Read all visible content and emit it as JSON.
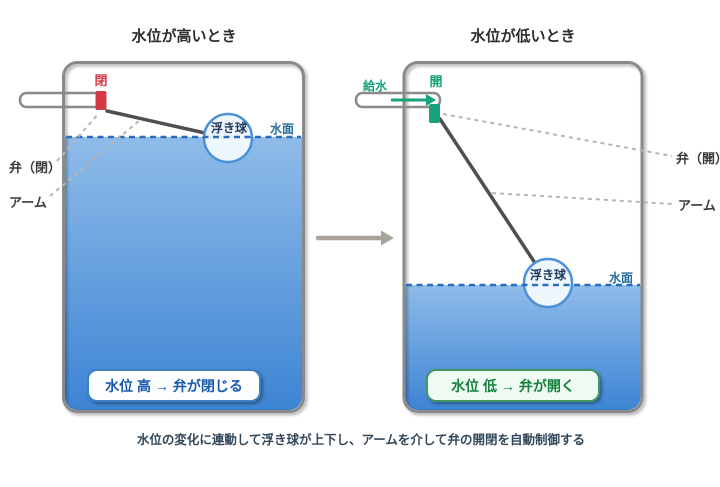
{
  "left": {
    "title": "水位が高いとき",
    "valve_state": "閉",
    "float_label": "浮き球",
    "surface_label": "水面",
    "valve_callout": "弁（閉）",
    "arm_callout": "アーム",
    "status": "水位 高 → 弁が閉じる"
  },
  "right": {
    "title": "水位が低いとき",
    "supply_label": "給水",
    "valve_state": "開",
    "float_label": "浮き球",
    "surface_label": "水面",
    "valve_callout": "弁（開）",
    "arm_callout": "アーム",
    "status": "水位 低 → 弁が開く"
  },
  "caption": "水位の変化に連動して浮き球が上下し、アームを介して弁の開閉を自動制御する",
  "colors": {
    "water_top": "#8fbce9",
    "water_bottom": "#3d84d4",
    "waterline": "#2b6cbd",
    "tank_border": "#8a8a8a",
    "closed_red": "#d23b45",
    "open_green": "#16a379",
    "float_border": "#4a90d9",
    "surface_text": "#256d99",
    "status_high_text": "#1758ad",
    "status_low_text": "#15803d"
  }
}
